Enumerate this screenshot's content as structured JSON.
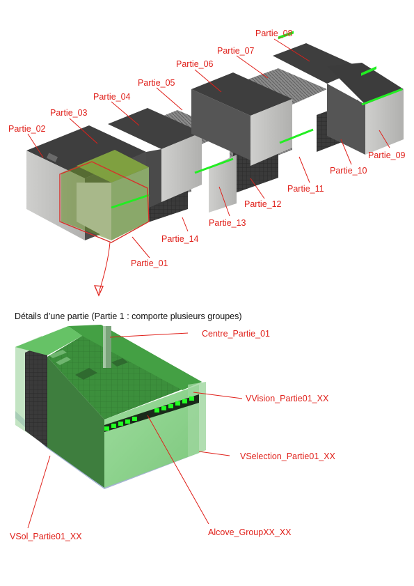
{
  "colors": {
    "label": "#e0201a",
    "roof": "#3c3c3c",
    "wall_light": "#bdbdbb",
    "wall_dark": "#4a4a4a",
    "highlight_green": "#4fbf4f",
    "alcove_green": "#22ff22"
  },
  "overview": {
    "labels": {
      "p01": "Partie_01",
      "p02": "Partie_02",
      "p03": "Partie_03",
      "p04": "Partie_04",
      "p05": "Partie_05",
      "p06": "Partie_06",
      "p07": "Partie_07",
      "p08": "Partie_08",
      "p09": "Partie_09",
      "p10": "Partie_10",
      "p11": "Partie_11",
      "p12": "Partie_12",
      "p13": "Partie_13",
      "p14": "Partie_14"
    }
  },
  "detail": {
    "caption": "Détails d’une partie (Partie 1 : comporte plusieurs groupes)",
    "labels": {
      "centre": "Centre_Partie_01",
      "vvision": "VVision_Partie01_XX",
      "vselection": "VSelection_Partie01_XX",
      "vsol": "VSol_Partie01_XX",
      "alcove": "Alcove_GroupXX_XX"
    }
  }
}
